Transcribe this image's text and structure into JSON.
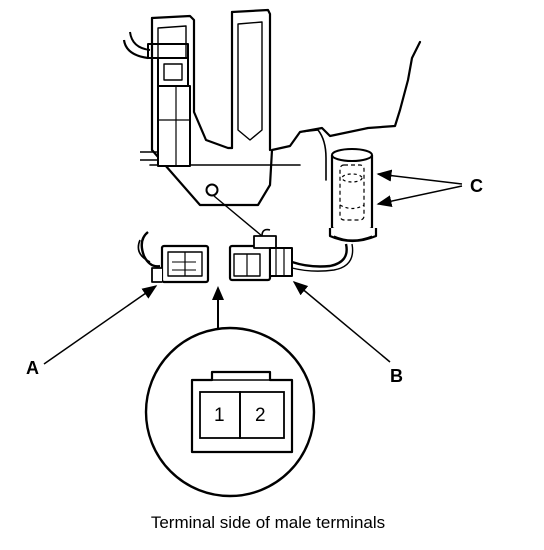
{
  "callouts": {
    "a": "A",
    "b": "B",
    "c": "C"
  },
  "terminal_view": {
    "pin_1": "1",
    "pin_2": "2"
  },
  "caption": "Terminal side of male terminals"
}
